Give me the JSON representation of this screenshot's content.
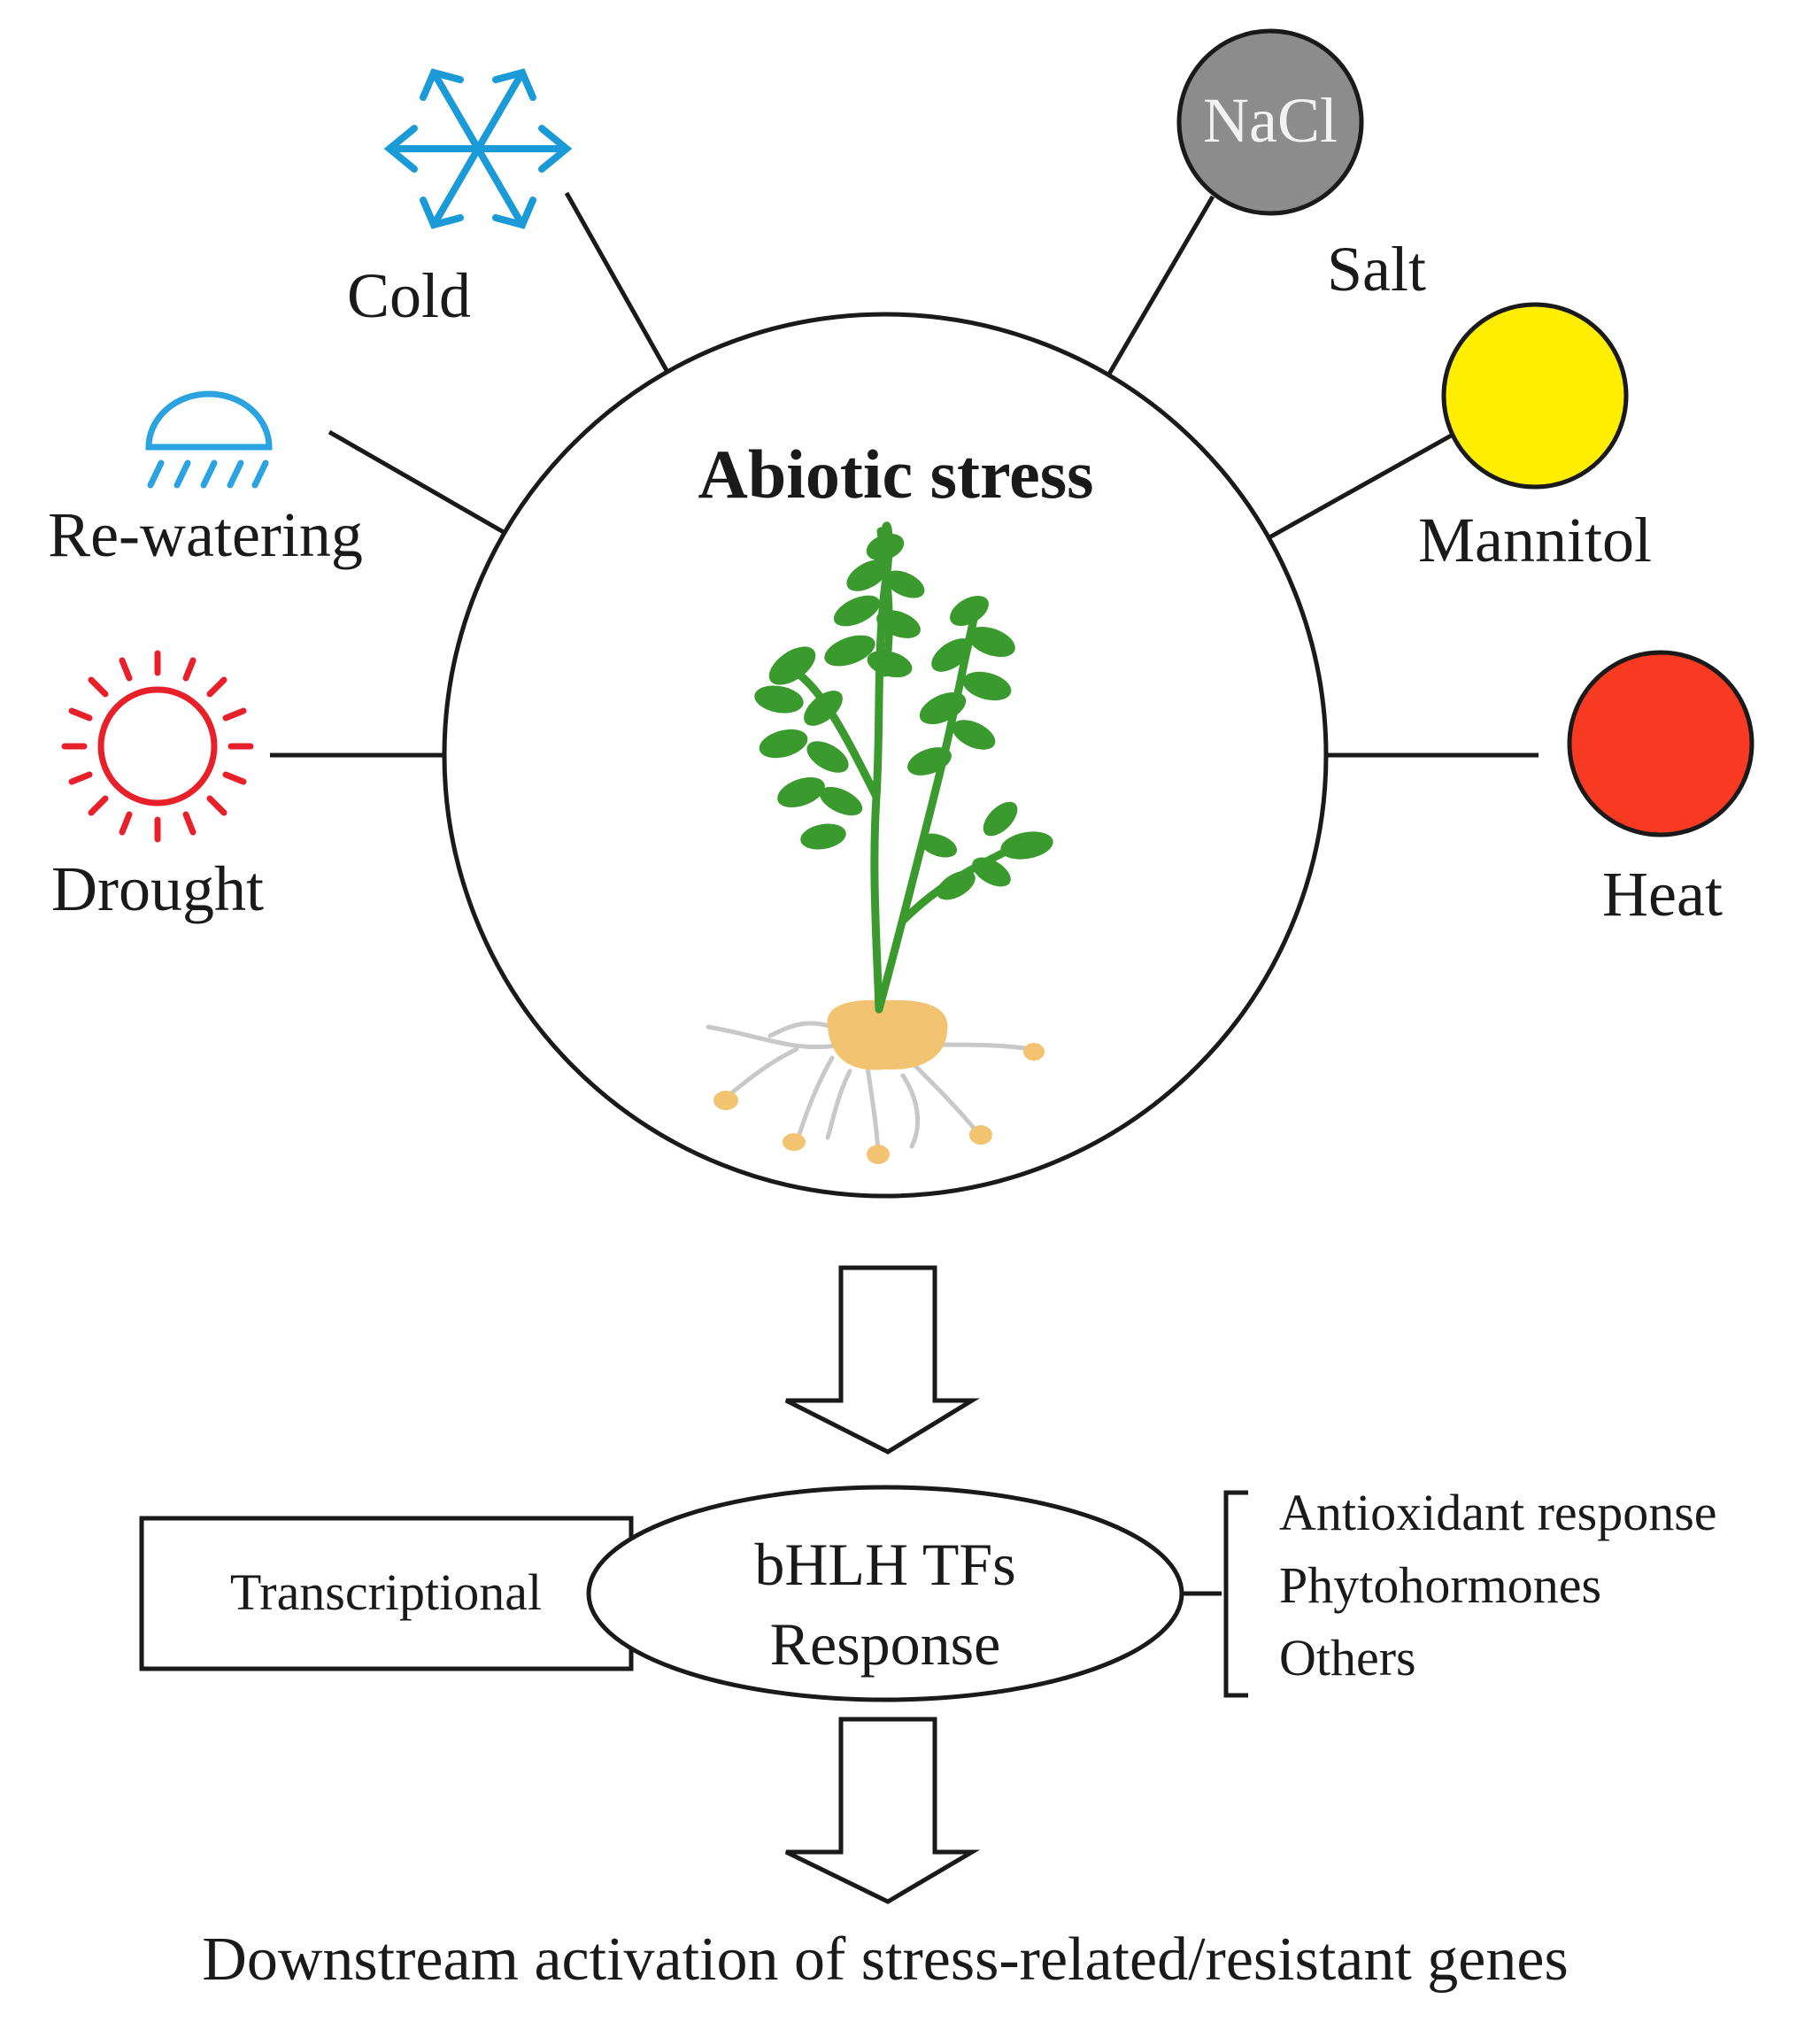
{
  "diagram": {
    "title": "Abiotic stress",
    "stressors": {
      "cold": "Cold",
      "salt": "Salt",
      "salt_symbol": "NaCl",
      "rewatering": "Re-watering",
      "mannitol": "Mannitol",
      "drought": "Drought",
      "heat": "Heat"
    },
    "response": {
      "box_label": "Transcriptional",
      "ellipse_line1": "bHLH TFs",
      "ellipse_line2": "Response",
      "outcomes": [
        "Antioxidant response",
        "Phytohormones",
        "Others"
      ]
    },
    "conclusion": "Downstream activation of stress-related/resistant genes"
  },
  "colors": {
    "cold": "#1a9ad6",
    "rewatering": "#2aa3e0",
    "drought": "#e8202a",
    "salt": "#8c8c8c",
    "mannitol": "#ffee00",
    "heat": "#f83a22",
    "leaf": "#3a9a2e",
    "tuber": "#f2c472",
    "root": "#c8c8c8"
  }
}
